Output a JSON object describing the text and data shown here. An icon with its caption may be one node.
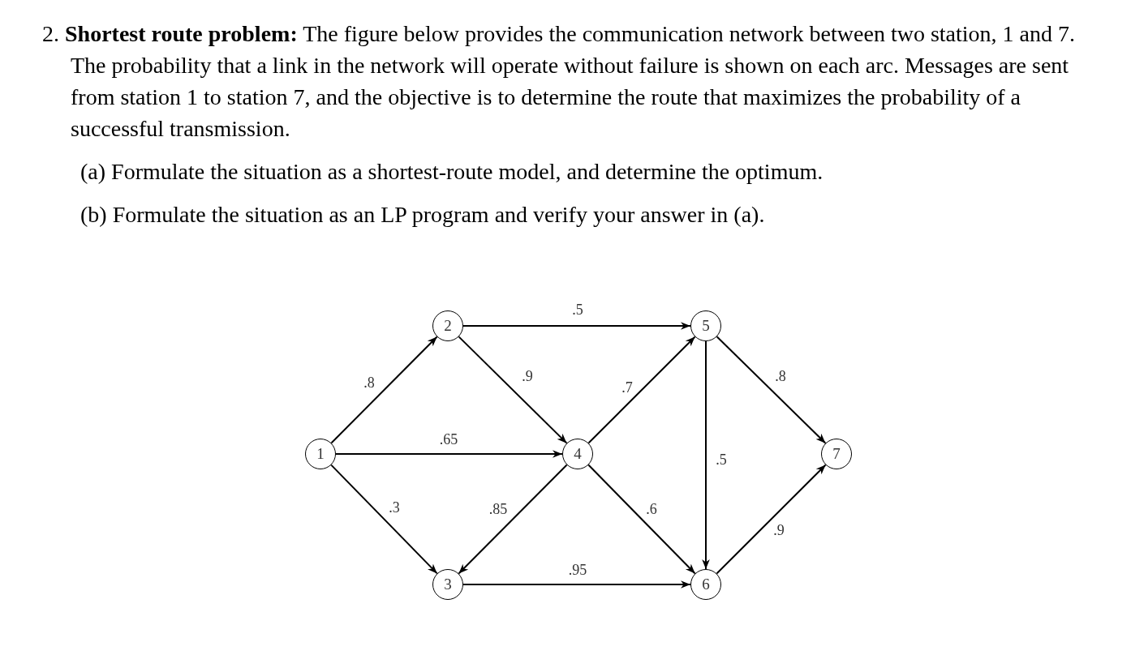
{
  "diagram": {
    "nodes": [
      {
        "text": [
          "1"
        ]
      },
      {
        "text": [
          "2"
        ]
      },
      {
        "text": [
          "3"
        ]
      },
      {
        "text": [
          "4"
        ]
      },
      {
        "text": [
          "5"
        ]
      },
      {
        "text": [
          "6"
        ]
      },
      {
        "text": [
          "7"
        ]
      }
    ],
    "edges": [
      {
        "from": 0,
        "to": 1,
        "arrow": "to",
        "label": ".8"
      },
      {
        "from": 0,
        "to": 3,
        "arrow": "to",
        "label": ".65"
      },
      {
        "from": 0,
        "to": 2,
        "arrow": "to",
        "label": ".3"
      },
      {
        "from": 1,
        "to": 4,
        "arrow": "to",
        "label": ".5"
      },
      {
        "from": 1,
        "to": 3,
        "arrow": "to",
        "label": ".9"
      },
      {
        "from": 3,
        "to": 2,
        "arrow": "to",
        "label": ".85"
      },
      {
        "from": 2,
        "to": 5,
        "arrow": "to",
        "label": ".95"
      },
      {
        "from": 3,
        "to": 4,
        "arrow": "to",
        "label": ".7"
      },
      {
        "from": 3,
        "to": 5,
        "arrow": "to",
        "label": ".6"
      },
      {
        "from": 4,
        "to": 5,
        "arrow": "to",
        "label": ".5"
      },
      {
        "from": 4,
        "to": 6,
        "arrow": "to",
        "label": ".8"
      },
      {
        "from": 5,
        "to": 6,
        "arrow": "to",
        "label": ".9"
      }
    ],
    "labels": [
      "2. **Shortest route problem:** The figure below provides the communication network between two station, 1 and 7. The probability that a link in the network will operate without failure is shown on each arc. Messages are sent from station 1 to station 7, and the objective is to determine the route that maximizes the probability of a successful transmission.",
      "(a) Formulate the situation as a shortest-route model, and determine the optimum.",
      "(b) Formulate the situation as an LP program and verify your answer in (a)."
    ]
  }
}
